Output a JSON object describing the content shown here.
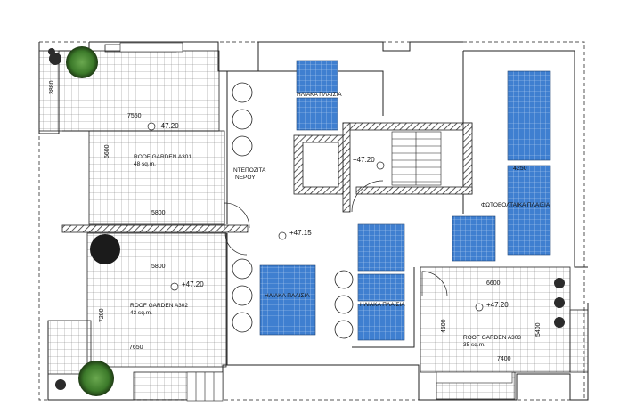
{
  "dimensions": {
    "d3880": "3880",
    "d7550": "7550",
    "d6600_left": "6600",
    "d5800_top": "5800",
    "d5800_bottom": "5800",
    "d7200": "7200",
    "d7650": "7650",
    "d4250": "4250",
    "d6600_right": "6600",
    "d4500": "4500",
    "d5400": "5400",
    "d7400": "7400"
  },
  "levels": {
    "roof_a301": "+47.20",
    "stair": "+47.20",
    "center": "+47.15",
    "roof_a302": "+47.20",
    "roof_a303": "+47.20"
  },
  "rooms": {
    "a301_name": "ROOF GARDEN A301",
    "a301_area": "48 sq.m.",
    "a302_name": "ROOF GARDEN A302",
    "a302_area": "43 sq.m.",
    "a303_name": "ROOF GARDEN A303",
    "a303_area": "35 sq.m."
  },
  "equipment": {
    "water_tanks_line1": "ΝΤΕΠΟΖΙΤΑ",
    "water_tanks_line2": "ΝΕΡΟΥ",
    "solar_top": "ΗΛΙΑΚΑ ΠΛΑΙΣΙΑ",
    "solar_mid": "ΗΛΙΑΚΑ ΠΛΑΙΣΙΑ",
    "solar_right": "ΗΛΙΑΚΑ ΠΛΑΙΣΙΑ",
    "photovoltaic": "ΦΩΤΟΒΟΛΤΑΙΚΑ ΠΛΑΙΣΙΑ"
  },
  "colors": {
    "line": "#222222",
    "tile": "#7a7a7a",
    "panel_fill": "#3f7fd0",
    "panel_grid": "#b9d3f2",
    "plant_dark": "#1e3a14",
    "plant_light": "#4d8a36",
    "hatch": "#333333"
  }
}
